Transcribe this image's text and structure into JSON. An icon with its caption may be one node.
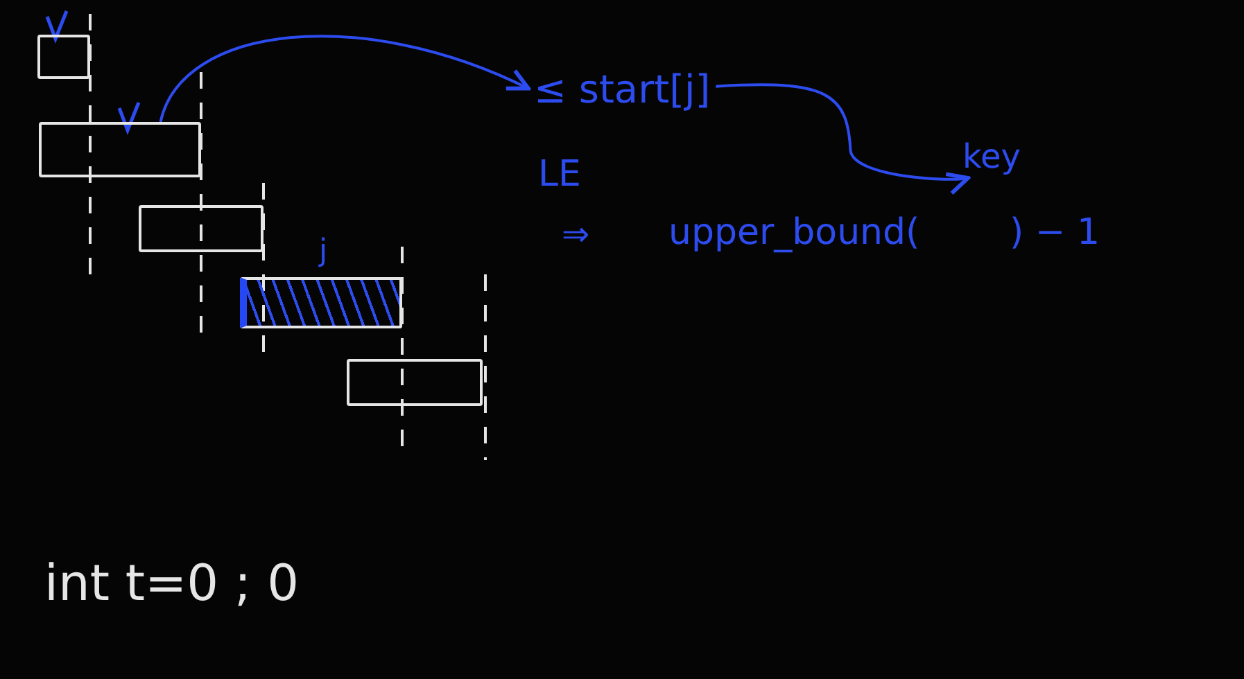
{
  "diagram": {
    "nodes": [
      {
        "text": [],
        "shape": "bar"
      },
      {
        "text": [],
        "shape": "bar"
      },
      {
        "text": [],
        "shape": "bar"
      },
      {
        "text": [],
        "shape": "bar",
        "beside": [
          "j"
        ]
      },
      {
        "text": [],
        "shape": "bar"
      },
      {
        "text": [
          "≤ start[j]"
        ]
      },
      {
        "text": [
          "key"
        ]
      }
    ],
    "edges": [
      {
        "from": 1,
        "to": 5,
        "arrow": "to"
      },
      {
        "from": 5,
        "to": 6,
        "arrow": "to"
      }
    ],
    "labels": [
      "LE",
      "⇒",
      "upper_bound(",
      ") − 1",
      "int t=0 ; 0"
    ]
  }
}
